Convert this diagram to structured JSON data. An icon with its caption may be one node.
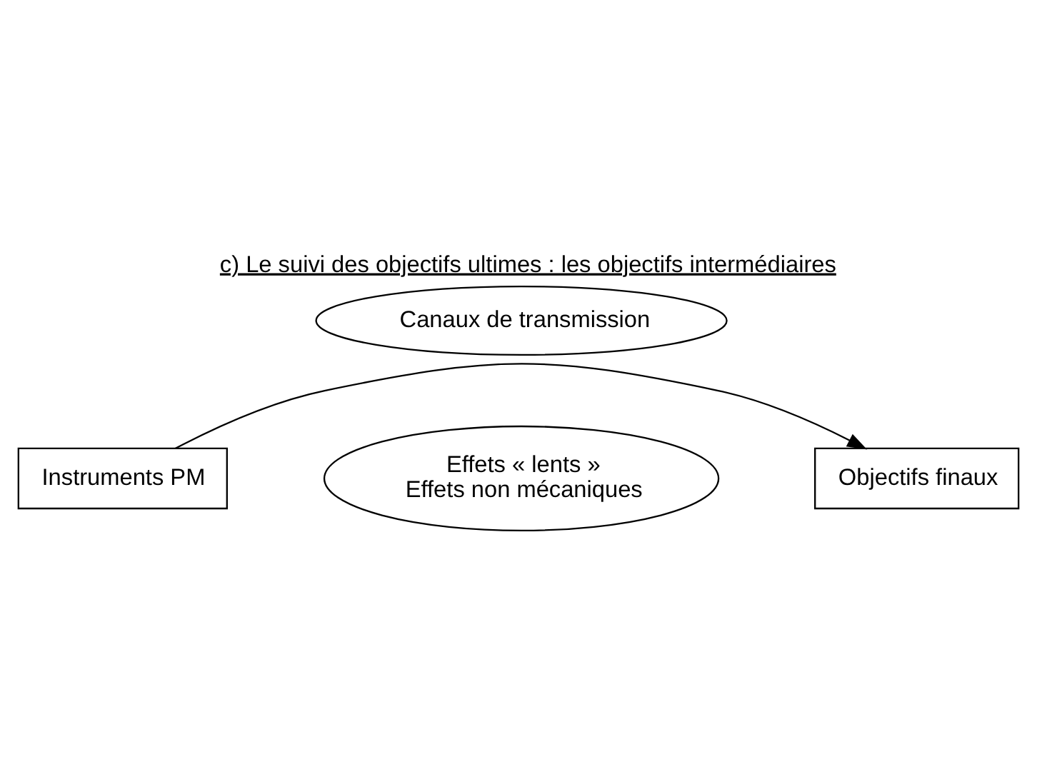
{
  "diagram": {
    "title": "c) Le suivi des objectifs ultimes : les objectifs intermédiaires",
    "nodes": [
      {
        "text": [
          "Canaux de transmission"
        ]
      },
      {
        "text": [
          "Instruments PM"
        ]
      },
      {
        "text": [
          "Effets « lents »",
          "Effets non mécaniques"
        ]
      },
      {
        "text": [
          "Objectifs finaux"
        ]
      }
    ],
    "edges": [
      {
        "from": 1,
        "to": 3,
        "arrow": "to"
      }
    ]
  }
}
